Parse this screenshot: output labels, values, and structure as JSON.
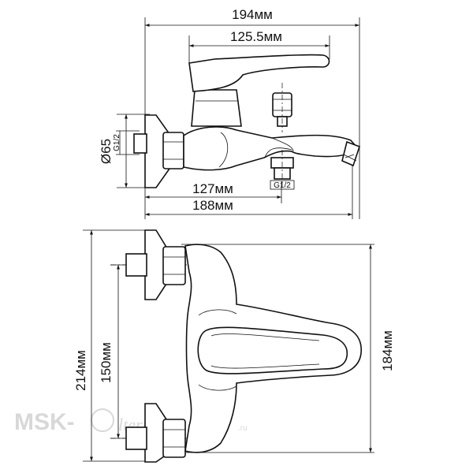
{
  "dimensions": {
    "total_length": "194мм",
    "handle_length": "125.5мм",
    "flange_diameter": "Ø65",
    "inlet_thread": "G1/2",
    "spout_thread": "G1/2",
    "spout_outlet_distance": "127мм",
    "body_length": "188мм",
    "total_height": "214мм",
    "inlet_spacing": "150мм",
    "body_height": "184мм"
  },
  "watermark": {
    "brand": "MSK-",
    "script": "lternativa",
    "suffix": ".ru"
  }
}
